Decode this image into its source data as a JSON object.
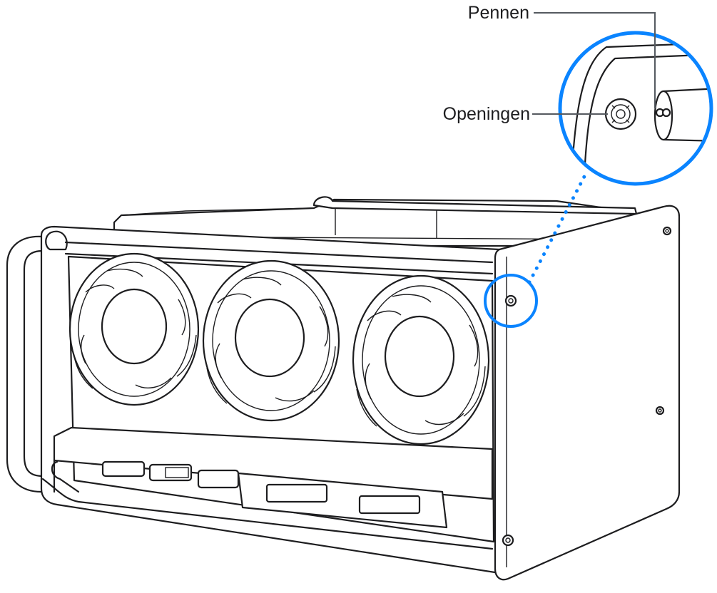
{
  "labels": {
    "pins": "Pennen",
    "openings": "Openingen"
  },
  "colors": {
    "highlight": "#0a84ff",
    "line": "#1d1d1f",
    "leader": "#555a60"
  },
  "icons": {
    "device": "fan-module-illustration",
    "magnifier": "zoom-inset-circle",
    "target": "mounting-hole-highlight"
  }
}
